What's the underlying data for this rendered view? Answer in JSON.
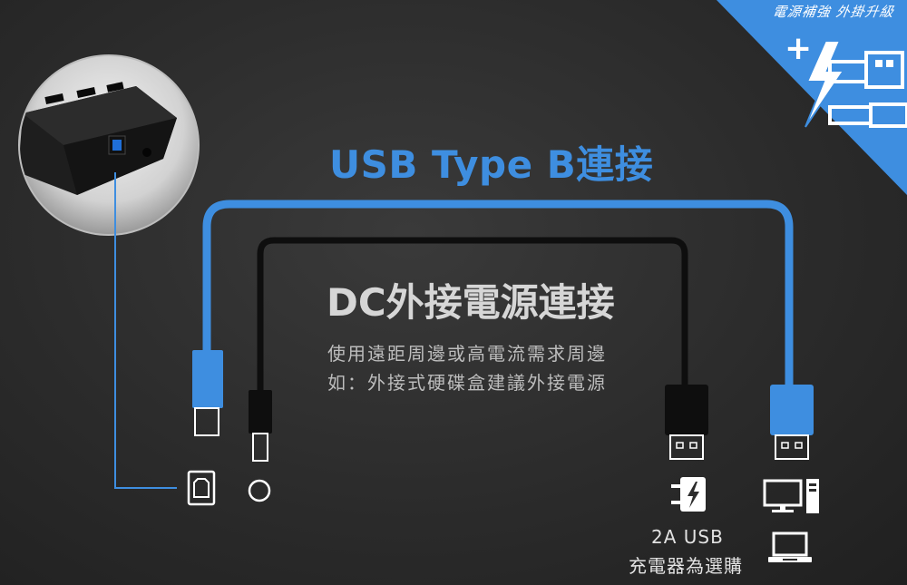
{
  "corner_banner": {
    "text": "電源補強 外掛升級",
    "icon": "usb-plus-lightning-icon"
  },
  "headings": {
    "usb_title": "USB Type B連接",
    "dc_title": "DC外接電源連接"
  },
  "description": {
    "line1": "使用遠距周邊或高電流需求周邊",
    "line2": "如：外接式硬碟盒建議外接電源"
  },
  "labels": {
    "charger": "2A USB",
    "charger_line2": "充電器為選購"
  },
  "icons": [
    "usb-b-port-icon",
    "dc-port-icon",
    "charger-icon",
    "desktop-computer-icon",
    "laptop-icon"
  ],
  "colors": {
    "accent_blue": "#3e8ee0",
    "cable_black": "#111111",
    "background": "#2b2b2b"
  }
}
